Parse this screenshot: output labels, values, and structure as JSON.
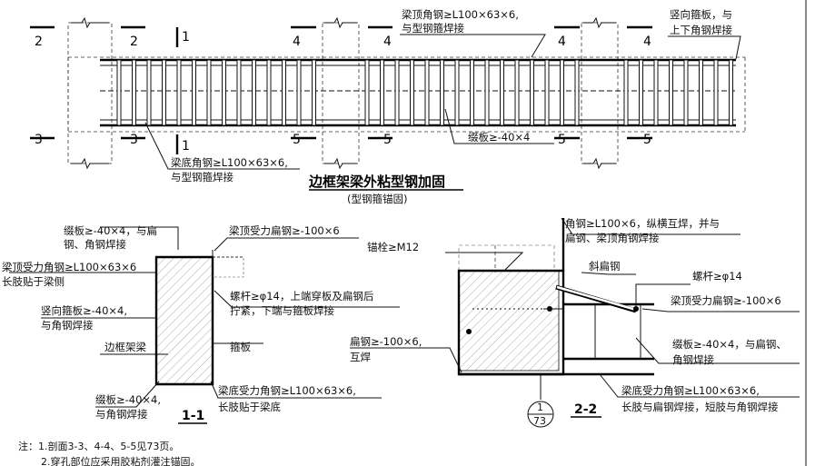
{
  "elevation": {
    "section_marks": [
      "2",
      "2",
      "3",
      "3",
      "1",
      "1",
      "4",
      "4",
      "4",
      "4",
      "5",
      "5",
      "5",
      "5"
    ],
    "notes": {
      "top_angle": "梁顶角钢≥L100×63×6,",
      "top_angle_2": "与型钢箍焊接",
      "vertical_plate": "竖向箍板，与",
      "vertical_plate_2": "上下角钢焊接",
      "batten": "缀板≥-40×4",
      "bottom_angle": "梁底角钢≥L100×63×6,",
      "bottom_angle_2": "与型钢箍焊接"
    },
    "title": "边框架梁外粘型钢加固",
    "subtitle": "(型钢箍锚固)"
  },
  "section_1_1": {
    "label": "1-1",
    "notes": {
      "batten_top": "缀板≥-40×4，与扁",
      "batten_top_2": "钢、角钢焊接",
      "top_flat": "梁顶受力扁钢≥-100×6",
      "top_angle": "梁顶受力角钢≥L100×63×6",
      "top_angle_2": "长肢贴于梁侧",
      "vertical_plate": "竖向箍板≥-40×4,",
      "vertical_plate_2": "与角钢焊接",
      "bolt": "螺杆≥φ14，上端穿板及扁钢后",
      "bolt_2": "拧紧，下端与箍板焊接",
      "edge_beam": "边框架梁",
      "stirrup": "箍板",
      "bottom_angle": "梁底受力角钢≥L100×63×6,",
      "bottom_angle_2": "长肢贴于梁底",
      "batten_bottom": "缀板≥-40×4,",
      "batten_bottom_2": "与角钢焊接"
    }
  },
  "section_2_2": {
    "label": "2-2",
    "notes": {
      "anchor": "锚栓≥M12",
      "angle": "角钢≥L100×6，纵横互焊，并与",
      "angle_2": "扁钢、梁顶角钢焊接",
      "diag_flat": "斜扁钢",
      "bolt": "螺杆≥φ14",
      "top_flat": "梁顶受力扁钢≥-100×6",
      "flat": "扁钢≥-100×6,",
      "flat_2": "互焊",
      "batten": "缀板≥-40×4，与扁钢、",
      "batten_2": "角钢焊接",
      "bottom_angle": "梁底受力角钢≥L100×63×6,",
      "bottom_angle_2": "长肢与扁钢焊接，短肢与角钢焊接"
    },
    "detail_ref_top": "1",
    "detail_ref_bottom": "73"
  },
  "footnotes": {
    "note1": "注：1.剖面3-3、4-4、5-5见73页。",
    "note2": "2.穿孔部位应采用胶粘剂灌注锚固。"
  }
}
